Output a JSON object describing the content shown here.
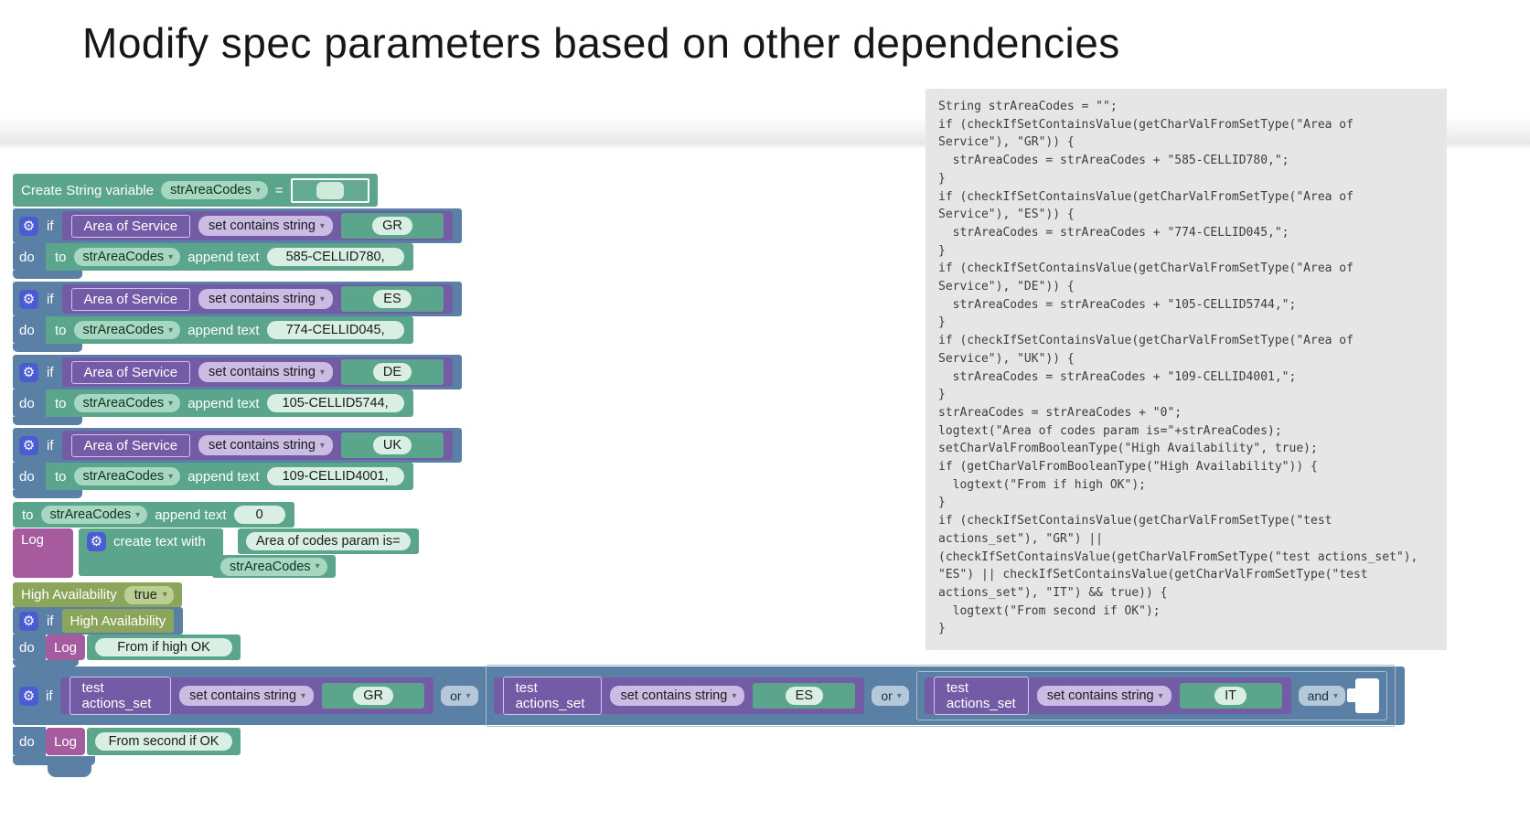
{
  "title": "Modify spec parameters based on other dependencies",
  "icons": {
    "gear": "⚙",
    "dropdown_arrow": "▾"
  },
  "colors": {
    "teal": "#5ba58c",
    "blue": "#5b80a5",
    "purple": "#745ba5",
    "magenta": "#a55b9e",
    "olive": "#8ba65a",
    "gear_blue": "#4a5cd0",
    "panel_bg": "#e6e6e6",
    "field_mint": "#d9efe4"
  },
  "labels": {
    "if": "if",
    "do": "do",
    "to": "to",
    "log": "Log",
    "append_text": "append text",
    "set_contains": "set contains string",
    "or": "or",
    "and": "and",
    "var": "strAreaCodes",
    "create_var": "Create String variable",
    "equals": "=",
    "create_text_with": "create text with"
  },
  "area_if_rows": [
    {
      "set": "Area of Service",
      "value": "GR",
      "append": "585-CELLID780,"
    },
    {
      "set": "Area of Service",
      "value": "ES",
      "append": "774-CELLID045,"
    },
    {
      "set": "Area of Service",
      "value": "DE",
      "append": "105-CELLID5744,"
    },
    {
      "set": "Area of Service",
      "value": "UK",
      "append": "109-CELLID4001,"
    }
  ],
  "append_zero": {
    "value": "0"
  },
  "log_create": {
    "text": "Area of codes param is="
  },
  "high_availability": {
    "label": "High Availability",
    "value": "true"
  },
  "ha_if": {
    "cond": "High Availability",
    "log_text": "From if high OK"
  },
  "test_if": {
    "clauses": [
      {
        "set": "test actions_set",
        "value": "GR"
      },
      {
        "set": "test actions_set",
        "value": "ES"
      },
      {
        "set": "test actions_set",
        "value": "IT"
      }
    ],
    "log_text": "From second if OK"
  },
  "code_panel": {
    "text": "String strAreaCodes = \"\";\nif (checkIfSetContainsValue(getCharValFromSetType(\"Area of\nService\"), \"GR\")) {\n  strAreaCodes = strAreaCodes + \"585-CELLID780,\";\n}\nif (checkIfSetContainsValue(getCharValFromSetType(\"Area of\nService\"), \"ES\")) {\n  strAreaCodes = strAreaCodes + \"774-CELLID045,\";\n}\nif (checkIfSetContainsValue(getCharValFromSetType(\"Area of\nService\"), \"DE\")) {\n  strAreaCodes = strAreaCodes + \"105-CELLID5744,\";\n}\nif (checkIfSetContainsValue(getCharValFromSetType(\"Area of\nService\"), \"UK\")) {\n  strAreaCodes = strAreaCodes + \"109-CELLID4001,\";\n}\nstrAreaCodes = strAreaCodes + \"0\";\nlogtext(\"Area of codes param is=\"+strAreaCodes);\nsetCharValFromBooleanType(\"High Availability\", true);\nif (getCharValFromBooleanType(\"High Availability\")) {\n  logtext(\"From if high OK\");\n}\nif (checkIfSetContainsValue(getCharValFromSetType(\"test\nactions_set\"), \"GR\") ||\n(checkIfSetContainsValue(getCharValFromSetType(\"test actions_set\"),\n\"ES\") || checkIfSetContainsValue(getCharValFromSetType(\"test\nactions_set\"), \"IT\") && true)) {\n  logtext(\"From second if OK\");\n}"
  }
}
